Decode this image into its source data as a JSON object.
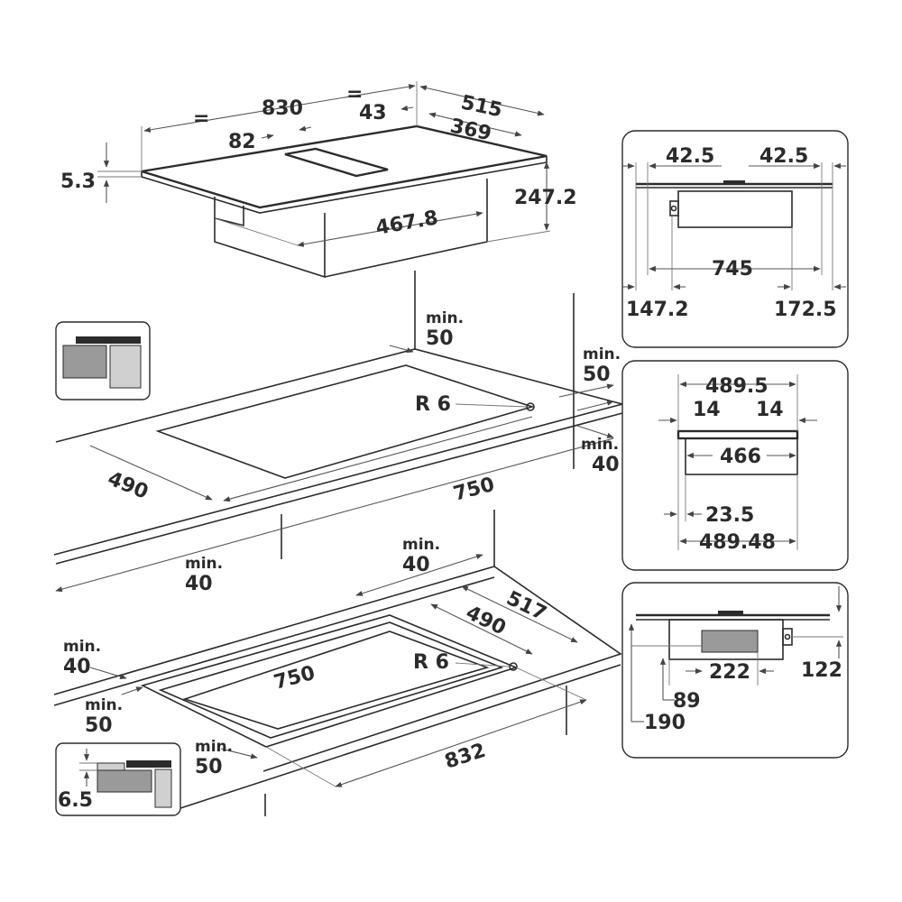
{
  "top_view": {
    "width": "830",
    "depth": "515",
    "equal_left": "=",
    "equal_right": "=",
    "vent_offset": "82",
    "vent_depth": "43",
    "inner_depth": "369",
    "glass_thickness": "5.3",
    "box_height": "247.2",
    "box_width": "467.8"
  },
  "right_panel_1": {
    "left_margin": "42.5",
    "right_margin": "42.5",
    "span": "745",
    "left_offset": "147.2",
    "right_offset": "172.5"
  },
  "right_panel_2": {
    "outer_width": "489.5",
    "left_gap": "14",
    "right_gap": "14",
    "box_width": "466",
    "offset": "23.5",
    "total_width": "489.48"
  },
  "right_panel_3": {
    "width": "222",
    "height_122": "122",
    "height_89": "89",
    "height_190": "190"
  },
  "cutout_1": {
    "min_back": "min.",
    "min_back_val": "50",
    "min_right": "min.",
    "min_right_val": "50",
    "min_side": "min.",
    "min_side_val": "40",
    "min_front": "min.",
    "min_front_val": "40",
    "radius": "R 6",
    "depth": "490",
    "width": "750"
  },
  "cutout_2": {
    "min_back": "min.",
    "min_back_val": "40",
    "min_left": "min.",
    "min_left_val": "40",
    "min_front_left": "min.",
    "min_front_left_val": "50",
    "min_front": "min.",
    "min_front_val": "50",
    "radius": "R 6",
    "depth": "490",
    "outer_depth": "517",
    "width": "750",
    "outer_width": "832",
    "rebate": "6.5"
  },
  "colors": {
    "line": "#2b2b2b",
    "panel_fill": "#9a9a9a",
    "panel_light": "#d0d0d0"
  }
}
